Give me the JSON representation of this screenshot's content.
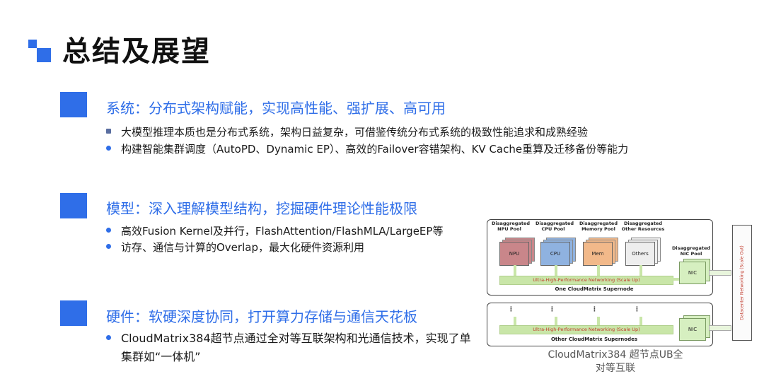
{
  "title": "总结及展望",
  "sections": [
    {
      "heading": "系统：分布式架构赋能，实现高性能、强扩展、高可用",
      "bullets": [
        "大模型推理本质也是分布式系统，架构日益复杂，可借鉴传统分布式系统的极致性能追求和成熟经验",
        "构建智能集群调度（AutoPD、Dynamic EP）、高效的Failover容错架构、KV Cache重算及迁移备份等能力"
      ]
    },
    {
      "heading": "模型：深入理解模型结构，挖掘硬件理论性能极限",
      "bullets": [
        "高效Fusion Kernel及并行，FlashAttention/FlashMLA/LargeEP等",
        "访存、通信与计算的Overlap，最大化硬件资源利用"
      ]
    },
    {
      "heading": "硬件：软硬深度协同，打开算力存储与通信天花板",
      "bullets": [
        "CloudMatrix384超节点通过全对等互联架构和光通信技术，实现了单",
        "集群如“一体机”"
      ]
    }
  ],
  "figure": {
    "caption_line1": "CloudMatrix384 超节点UB全",
    "caption_line2": "对等互联",
    "pools": [
      {
        "label1": "Disaggregated",
        "label2": "NPU Pool",
        "chip": "NPU",
        "color": "#c9868a"
      },
      {
        "label1": "Disaggregated",
        "label2": "CPU Pool",
        "chip": "CPU",
        "color": "#8fb2e0"
      },
      {
        "label1": "Disaggregated",
        "label2": "Memory Pool",
        "chip": "Mem",
        "color": "#f2b98a"
      },
      {
        "label1": "Disaggregated",
        "label2": "Other Resources",
        "chip": "Others",
        "color": "#eeeeee"
      }
    ],
    "nic_pool_label1": "Disaggregated",
    "nic_pool_label2": "NIC Pool",
    "nic_label": "NIC",
    "bar_label": "Ultra-High-Performance Networking (Scale Up)",
    "supernode_label": "One CloudMatrix Supernode",
    "other_supernodes_label": "Other CloudMatrix Supernodes",
    "side_label": "Datacenter Networking (Scale Out)",
    "dots": "⋮"
  }
}
